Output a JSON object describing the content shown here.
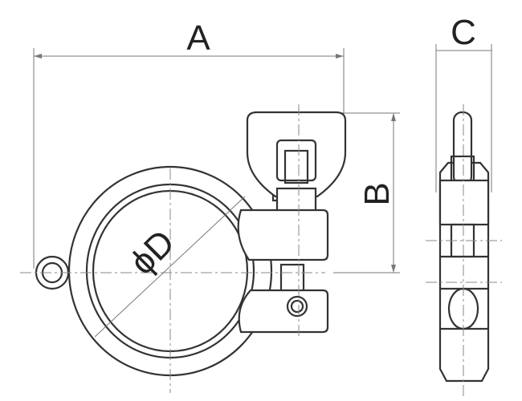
{
  "labels": {
    "a": "A",
    "b": "B",
    "c": "C",
    "d": "ϕD"
  },
  "colors": {
    "line": "#333333",
    "dimension": "#777777"
  }
}
